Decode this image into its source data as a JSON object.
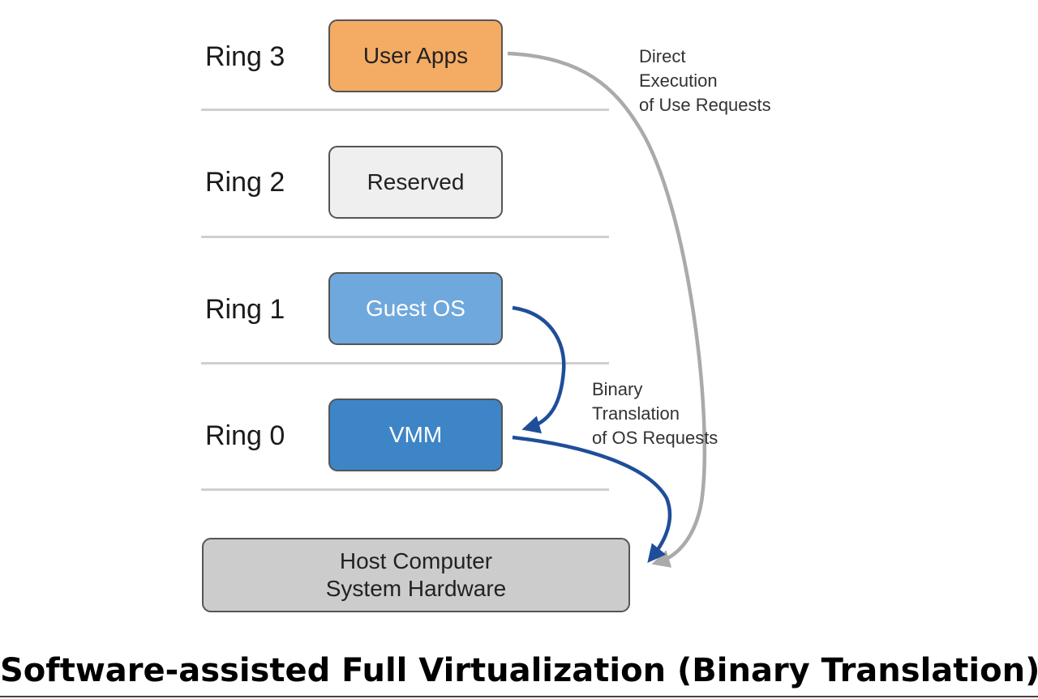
{
  "rings": [
    {
      "label": "Ring 3",
      "box": "User Apps"
    },
    {
      "label": "Ring 2",
      "box": "Reserved"
    },
    {
      "label": "Ring 1",
      "box": "Guest OS"
    },
    {
      "label": "Ring 0",
      "box": "VMM"
    }
  ],
  "hardware": {
    "line1": "Host Computer",
    "line2": "System Hardware"
  },
  "notes": {
    "direct": [
      "Direct",
      "Execution",
      "of Use Requests"
    ],
    "binary": [
      "Binary",
      "Translation",
      "of OS Requests"
    ]
  },
  "caption": "Software-assisted Full Virtualization (Binary Translation)",
  "colors": {
    "user_apps": "#f4ac64",
    "reserved": "#efefef",
    "guest_os": "#6fa8dc",
    "vmm": "#3d85c6",
    "hardware": "#cccccc",
    "direct_arrow": "#aaaaaa",
    "binary_arrow": "#1f4e99"
  }
}
